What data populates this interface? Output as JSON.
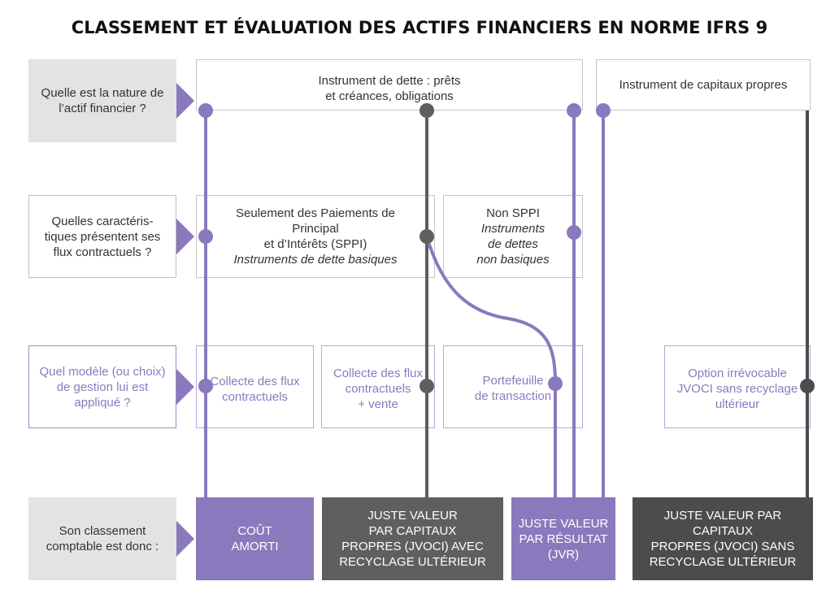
{
  "title": "CLASSEMENT ET ÉVALUATION DES ACTIFS FINANCIERS EN NORME IFRS 9",
  "questions": {
    "q1": "Quelle est la nature de l’actif financier ?",
    "q2": "Quelles caractéris-tiques présentent ses flux contractuels ?",
    "q3": "Quel modèle (ou choix) de gestion lui est appliqué ?",
    "q4": "Son classement comptable est donc :"
  },
  "nature": {
    "debt": "Instrument de dette : prêts\net créances, obligations",
    "equity": "Instrument de capitaux propres"
  },
  "flux": {
    "sppi_line1": "Seulement des Paiements de\nPrincipal\net d’Intérêts (SPPI)",
    "sppi_line2": "Instruments de dette basiques",
    "non_sppi_line1": "Non SPPI",
    "non_sppi_line2": "Instruments\nde dettes\nnon basiques"
  },
  "models": {
    "collect": "Collecte des flux\ncontractuels",
    "collect_sell": "Collecte des flux\ncontractuels\n+ vente",
    "trading": "Portefeuille\nde transaction",
    "option": "Option irrévocable\nJVOCI sans recyclage\nultérieur"
  },
  "results": {
    "amortized": "COÛT\nAMORTI",
    "jvoci_recycling": "JUSTE VALEUR\nPAR CAPITAUX\nPROPRES (JVOCI) AVEC\nRECYCLAGE ULTÉRIEUR",
    "jvr": "JUSTE VALEUR\nPAR RÉSULTAT\n(JVR)",
    "jvoci_no_recycling": "JUSTE VALEUR PAR\nCAPITAUX\nPROPRES (JVOCI) SANS\nRECYCLAGE ULTÉRIEUR"
  },
  "colors": {
    "purple": "#8a79bc",
    "dark_grey": "#5f5f5f",
    "light_grey": "#e3e3e3"
  }
}
